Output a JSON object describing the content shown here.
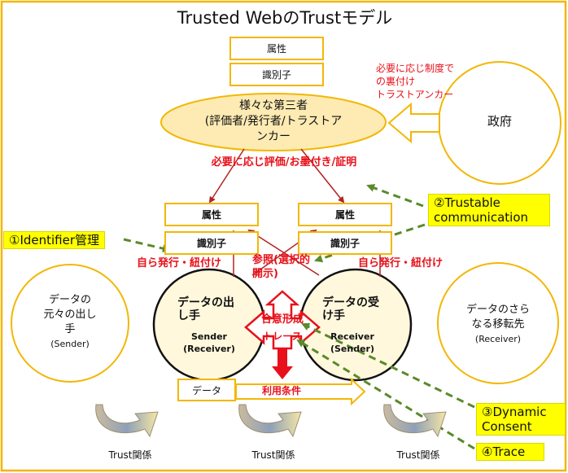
{
  "title": "Trusted WebのTrustモデル",
  "top_attr": "属性",
  "top_id": "識別子",
  "third_party": [
    "様々な第三者",
    "(評価者/発行者/トラストア",
    "ンカー"
  ],
  "gov_note": [
    "必要に応じ制度で",
    "の裏付け",
    "トラストアンカー"
  ],
  "government": "政府",
  "eval_line": "必要に応じ評価/お墨付き/証明",
  "left_attr": "属性",
  "left_id": "識別子",
  "right_attr": "属性",
  "right_id": "識別子",
  "self_issue_left": "自ら発行・紐付け",
  "self_issue_right": "自ら発行・紐付け",
  "reference": [
    "参照(選択的",
    "開示)"
  ],
  "sender": [
    "データの出",
    "し手",
    "Sender",
    "(Receiver)"
  ],
  "receiver": [
    "データの受",
    "け手",
    "Receiver",
    "(Sender)"
  ],
  "consent": "合意形成",
  "trace": "トレース",
  "origin": [
    "データの",
    "元々の出し",
    "手",
    "(Sender)"
  ],
  "further": [
    "データのさら",
    "なる移転先",
    "(Receiver)"
  ],
  "data_label": "データ",
  "terms": "利用条件",
  "trust_relation": [
    "Trust関係",
    "Trust関係",
    "Trust関係"
  ],
  "callouts": {
    "identifier": "①Identifier管理",
    "trustable": [
      "②Trustable",
      "communication"
    ],
    "dynamic": [
      "③Dynamic",
      "Consent"
    ],
    "trace": "④Trace"
  },
  "colors": {
    "frame": "#f2b705",
    "ellipse_fill": "#fdebb3",
    "red": "#e8101a",
    "dark_red": "#b22222",
    "green_dash": "#5a8a2a",
    "callout": "#ffff00"
  }
}
